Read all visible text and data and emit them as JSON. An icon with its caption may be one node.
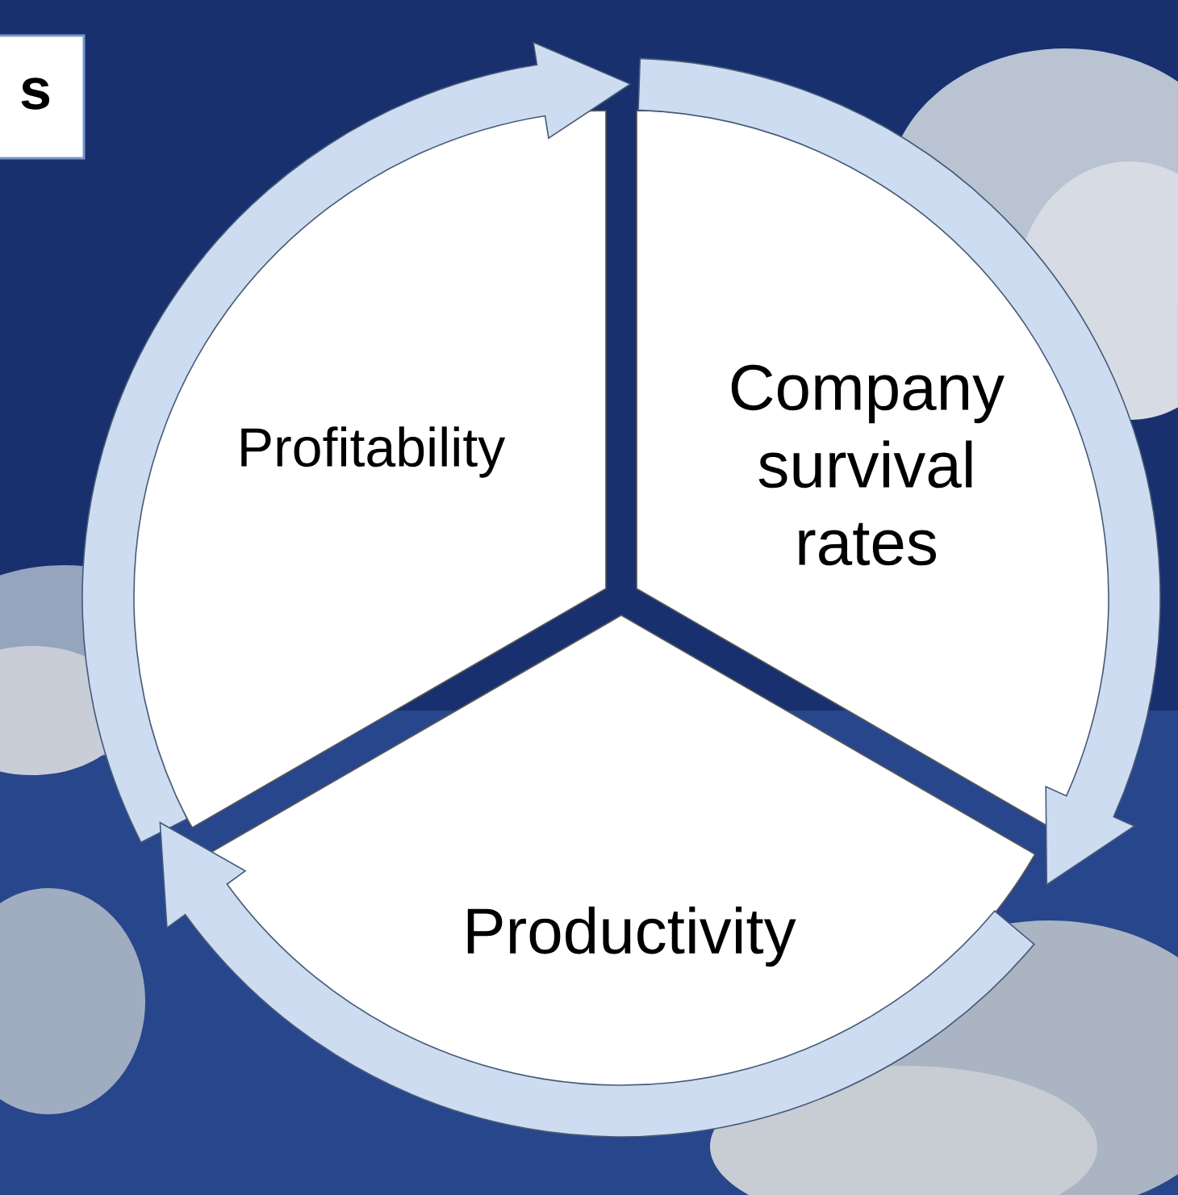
{
  "diagram": {
    "nodes": [
      {
        "text": [
          "s"
        ]
      },
      {
        "text": [
          "Profitability"
        ]
      },
      {
        "text": [
          "Company survival rates"
        ]
      },
      {
        "text": [
          "Productivity"
        ]
      }
    ],
    "edges": [
      {
        "from": 1,
        "to": 2,
        "arrow": "to"
      },
      {
        "from": 2,
        "to": 3,
        "arrow": "to"
      },
      {
        "from": 3,
        "to": 1,
        "arrow": "to"
      }
    ]
  }
}
